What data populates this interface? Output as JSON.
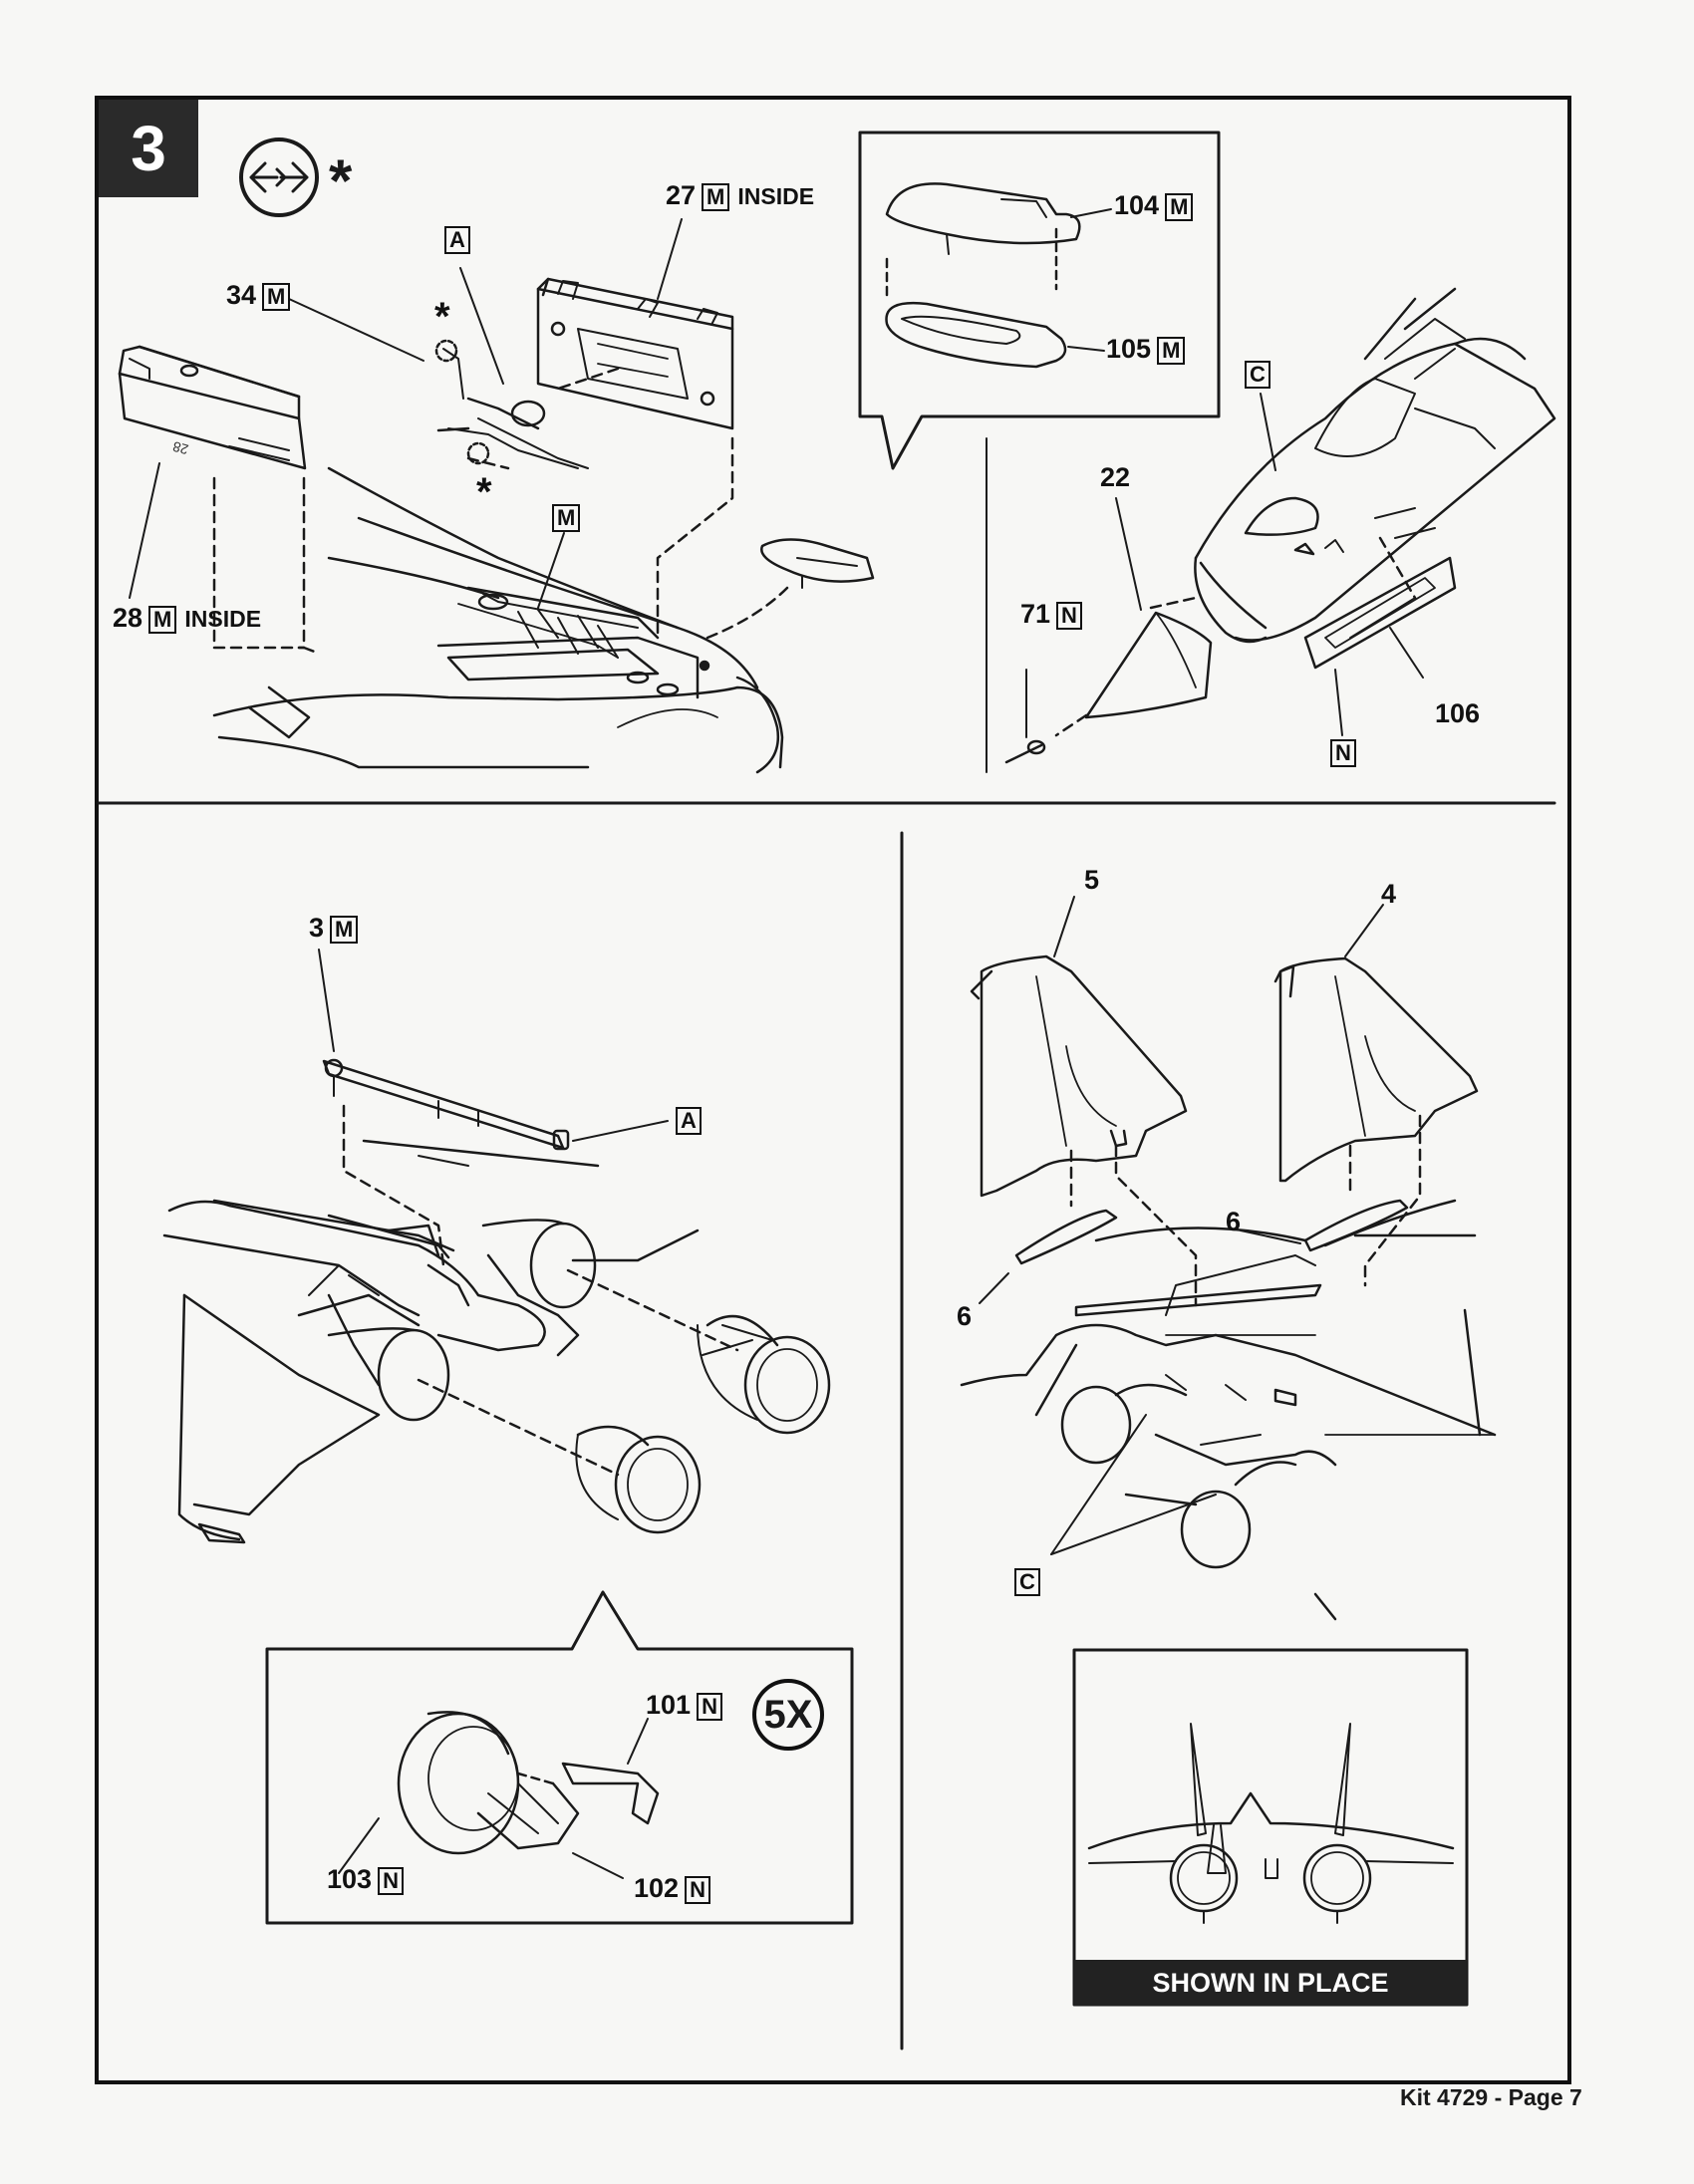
{
  "step": {
    "number": "3",
    "asterisk": "*"
  },
  "shown_in_place": "SHOWN IN PLACE",
  "footer": "Kit 4729 - Page 7",
  "multiplier": "5X",
  "labels": {
    "p27": {
      "num": "27",
      "box": "M",
      "suffix": "INSIDE"
    },
    "p34": {
      "num": "34",
      "box": "M"
    },
    "p28": {
      "num": "28",
      "box": "M",
      "suffix": "INSIDE"
    },
    "pA1": {
      "box": "A"
    },
    "pM1": {
      "box": "M"
    },
    "star_a": "*",
    "star_b": "*",
    "p104": {
      "num": "104",
      "box": "M"
    },
    "p105": {
      "num": "105",
      "box": "M"
    },
    "pC1": {
      "box": "C"
    },
    "p22": {
      "num": "22"
    },
    "p71": {
      "num": "71",
      "box": "N"
    },
    "p106": {
      "num": "106"
    },
    "pN1": {
      "box": "N"
    },
    "p3": {
      "num": "3",
      "box": "M"
    },
    "pA2": {
      "box": "A"
    },
    "p5": {
      "num": "5"
    },
    "p4": {
      "num": "4"
    },
    "p6a": {
      "num": "6"
    },
    "p6b": {
      "num": "6"
    },
    "pC2": {
      "box": "C"
    },
    "p101": {
      "num": "101",
      "box": "N"
    },
    "p103": {
      "num": "103",
      "box": "N"
    },
    "p102": {
      "num": "102",
      "box": "N"
    },
    "decal": "28"
  }
}
